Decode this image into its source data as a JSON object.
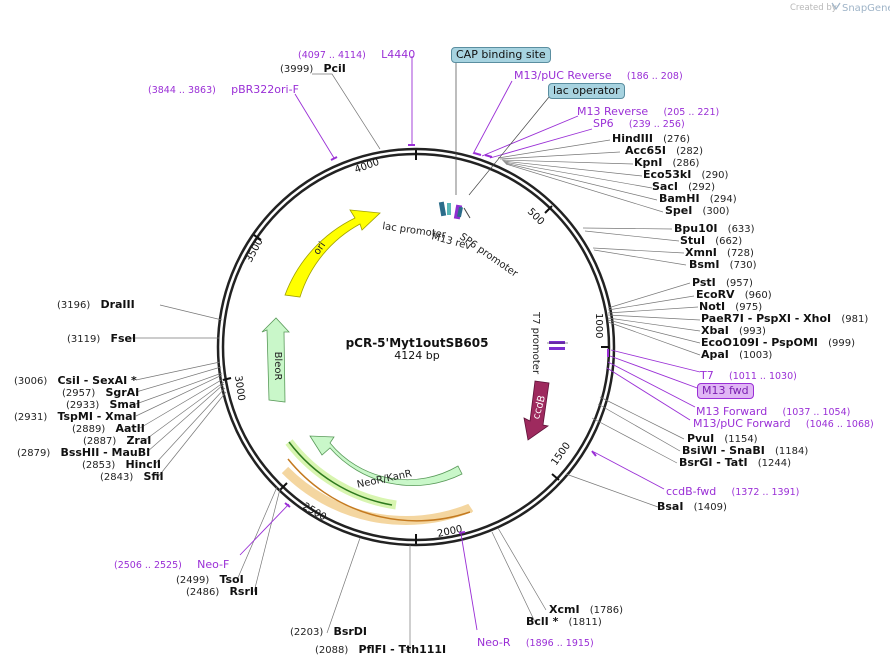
{
  "branding": {
    "created_by": "Created by",
    "product": "SnapGene"
  },
  "plasmid": {
    "name": "pCR-5'Myt1outSB605",
    "length": "4124 bp"
  },
  "ticks": [
    "500",
    "1000",
    "1500",
    "2000",
    "2500",
    "3000",
    "3500",
    "4000"
  ],
  "enzymes": [
    {
      "name": "PciI",
      "pos": "(3999)"
    },
    {
      "name": "HindIII",
      "pos": "(276)"
    },
    {
      "name": "Acc65I",
      "pos": "(282)"
    },
    {
      "name": "KpnI",
      "pos": "(286)"
    },
    {
      "name": "Eco53kI",
      "pos": "(290)"
    },
    {
      "name": "SacI",
      "pos": "(292)"
    },
    {
      "name": "BamHI",
      "pos": "(294)"
    },
    {
      "name": "SpeI",
      "pos": "(300)"
    },
    {
      "name": "Bpu10I",
      "pos": "(633)"
    },
    {
      "name": "StuI",
      "pos": "(662)"
    },
    {
      "name": "XmnI",
      "pos": "(728)"
    },
    {
      "name": "BsmI",
      "pos": "(730)"
    },
    {
      "name": "PstI",
      "pos": "(957)"
    },
    {
      "name": "EcoRV",
      "pos": "(960)"
    },
    {
      "name": "NotI",
      "pos": "(975)"
    },
    {
      "name": "PaeR7I - PspXI - XhoI",
      "pos": "(981)"
    },
    {
      "name": "XbaI",
      "pos": "(993)"
    },
    {
      "name": "EcoO109I - PspOMI",
      "pos": "(999)"
    },
    {
      "name": "ApaI",
      "pos": "(1003)"
    },
    {
      "name": "PvuI",
      "pos": "(1154)"
    },
    {
      "name": "BsiWI - SnaBI",
      "pos": "(1184)"
    },
    {
      "name": "BsrGI - TatI",
      "pos": "(1244)"
    },
    {
      "name": "BsaI",
      "pos": "(1409)"
    },
    {
      "name": "XcmI",
      "pos": "(1786)"
    },
    {
      "name": "BclI *",
      "pos": "(1811)"
    },
    {
      "name": "PflFI - Tth111I",
      "pos": "(2088)"
    },
    {
      "name": "BsrDI",
      "pos": "(2203)"
    },
    {
      "name": "RsrII",
      "pos": "(2486)"
    },
    {
      "name": "TsoI",
      "pos": "(2499)"
    },
    {
      "name": "SfiI",
      "pos": "(2843)"
    },
    {
      "name": "HincII",
      "pos": "(2853)"
    },
    {
      "name": "BssHII - MauBI",
      "pos": "(2879)"
    },
    {
      "name": "ZraI",
      "pos": "(2887)"
    },
    {
      "name": "AatII",
      "pos": "(2889)"
    },
    {
      "name": "TspMI - XmaI",
      "pos": "(2931)"
    },
    {
      "name": "SmaI",
      "pos": "(2933)"
    },
    {
      "name": "SgrAI",
      "pos": "(2957)"
    },
    {
      "name": "CsiI - SexAI *",
      "pos": "(3006)"
    },
    {
      "name": "FseI",
      "pos": "(3119)"
    },
    {
      "name": "DraIII",
      "pos": "(3196)"
    }
  ],
  "primers": [
    {
      "name": "L4440",
      "pos": "(4097 .. 4114)"
    },
    {
      "name": "pBR322ori-F",
      "pos": "(3844 .. 3863)"
    },
    {
      "name": "M13/pUC Reverse",
      "pos": "(186 .. 208)"
    },
    {
      "name": "M13 Reverse",
      "pos": "(205 .. 221)"
    },
    {
      "name": "SP6",
      "pos": "(239 .. 256)"
    },
    {
      "name": "T7",
      "pos": "(1011 .. 1030)"
    },
    {
      "name": "M13 fwd",
      "pos": ""
    },
    {
      "name": "M13 Forward",
      "pos": "(1037 .. 1054)"
    },
    {
      "name": "M13/pUC Forward",
      "pos": "(1046 .. 1068)"
    },
    {
      "name": "ccdB-fwd",
      "pos": "(1372 .. 1391)"
    },
    {
      "name": "Neo-R",
      "pos": "(1896 .. 1915)"
    },
    {
      "name": "Neo-F",
      "pos": "(2506 .. 2525)"
    }
  ],
  "boxed_features": {
    "cap": "CAP binding site",
    "lac_operator": "lac operator"
  },
  "features": {
    "ori": "ori",
    "bleor": "BleoR",
    "neokan": "NeoR/KanR",
    "ccdb": "ccdB",
    "lac_promoter": "lac promoter",
    "m13_rev": "M13 rev",
    "sp6_promoter": "SP6 promoter",
    "t7_promoter": "T7 promoter"
  },
  "colors": {
    "primer": "#9a2fd6",
    "ori": "#ffff00",
    "marker": "#c9f7c9",
    "ccdb": "#9e2a5e"
  }
}
